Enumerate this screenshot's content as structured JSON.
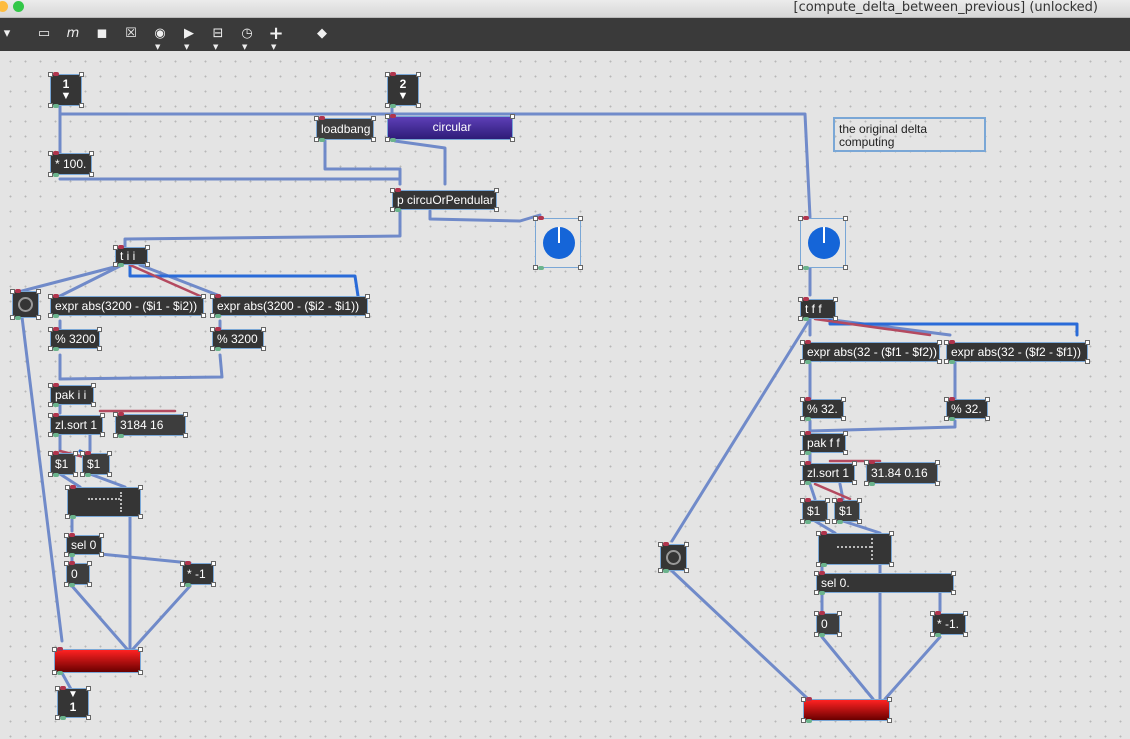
{
  "window": {
    "title": "[compute_delta_between_previous] (unlocked)"
  },
  "toolbar": {
    "items": [
      {
        "name": "patcher-menu-button",
        "glyph": "▾"
      },
      {
        "name": "object-box-icon",
        "glyph": "▭"
      },
      {
        "name": "message-box-icon",
        "glyph": "m"
      },
      {
        "name": "comment-icon",
        "glyph": "◼"
      },
      {
        "name": "toggle-icon",
        "glyph": "☒"
      },
      {
        "name": "button-icon",
        "glyph": "◉"
      },
      {
        "name": "play-icon",
        "glyph": "▶"
      },
      {
        "name": "slider-icon",
        "glyph": "⊟"
      },
      {
        "name": "dial-icon",
        "glyph": "◷"
      },
      {
        "name": "add-icon",
        "glyph": "+"
      },
      {
        "name": "paint-bucket-icon",
        "glyph": "◆"
      }
    ]
  },
  "objects": {
    "num_in_left": "1",
    "num_in_right": "2",
    "mul100": "* 100.",
    "loadbang": "loadbang",
    "circular": "circular",
    "circu": "p circuOrPendular",
    "comment": "the original delta computing",
    "tii": "t i i",
    "expr1": "expr abs(3200 - ($i1 - $i2))",
    "expr2": "expr abs(3200 - ($i2 - $i1))",
    "mod1": "% 3200",
    "mod2": "% 3200",
    "pakii": "pak i i",
    "zlsort_l": "zl.sort 1",
    "msg_left": "3184 16",
    "d1a": "$1",
    "d1b": "$1",
    "sel_l": "sel 0",
    "zero_l": "0",
    "neg_l": "* -1",
    "num_out_left": "1",
    "tff": "t f f",
    "expr3": "expr abs(32 - ($f1 - $f2))",
    "expr4": "expr abs(32 - ($f2 - $f1))",
    "mod3": "% 32.",
    "mod4": "% 32.",
    "pakff": "pak f f",
    "zlsort_r": "zl.sort 1",
    "msg_right": "31.84 0.16",
    "d1c": "$1",
    "d1d": "$1",
    "sel_r": "sel 0.",
    "zero_r": "0",
    "neg_r": "* -1."
  },
  "colors": {
    "patch_cord": "#6a86c8",
    "selected_cord": "#2a6bd8",
    "dial": "#1565d8",
    "meter_top": "#ff2222",
    "meter_bottom": "#6a0000",
    "selection": "#7aa7d6"
  }
}
